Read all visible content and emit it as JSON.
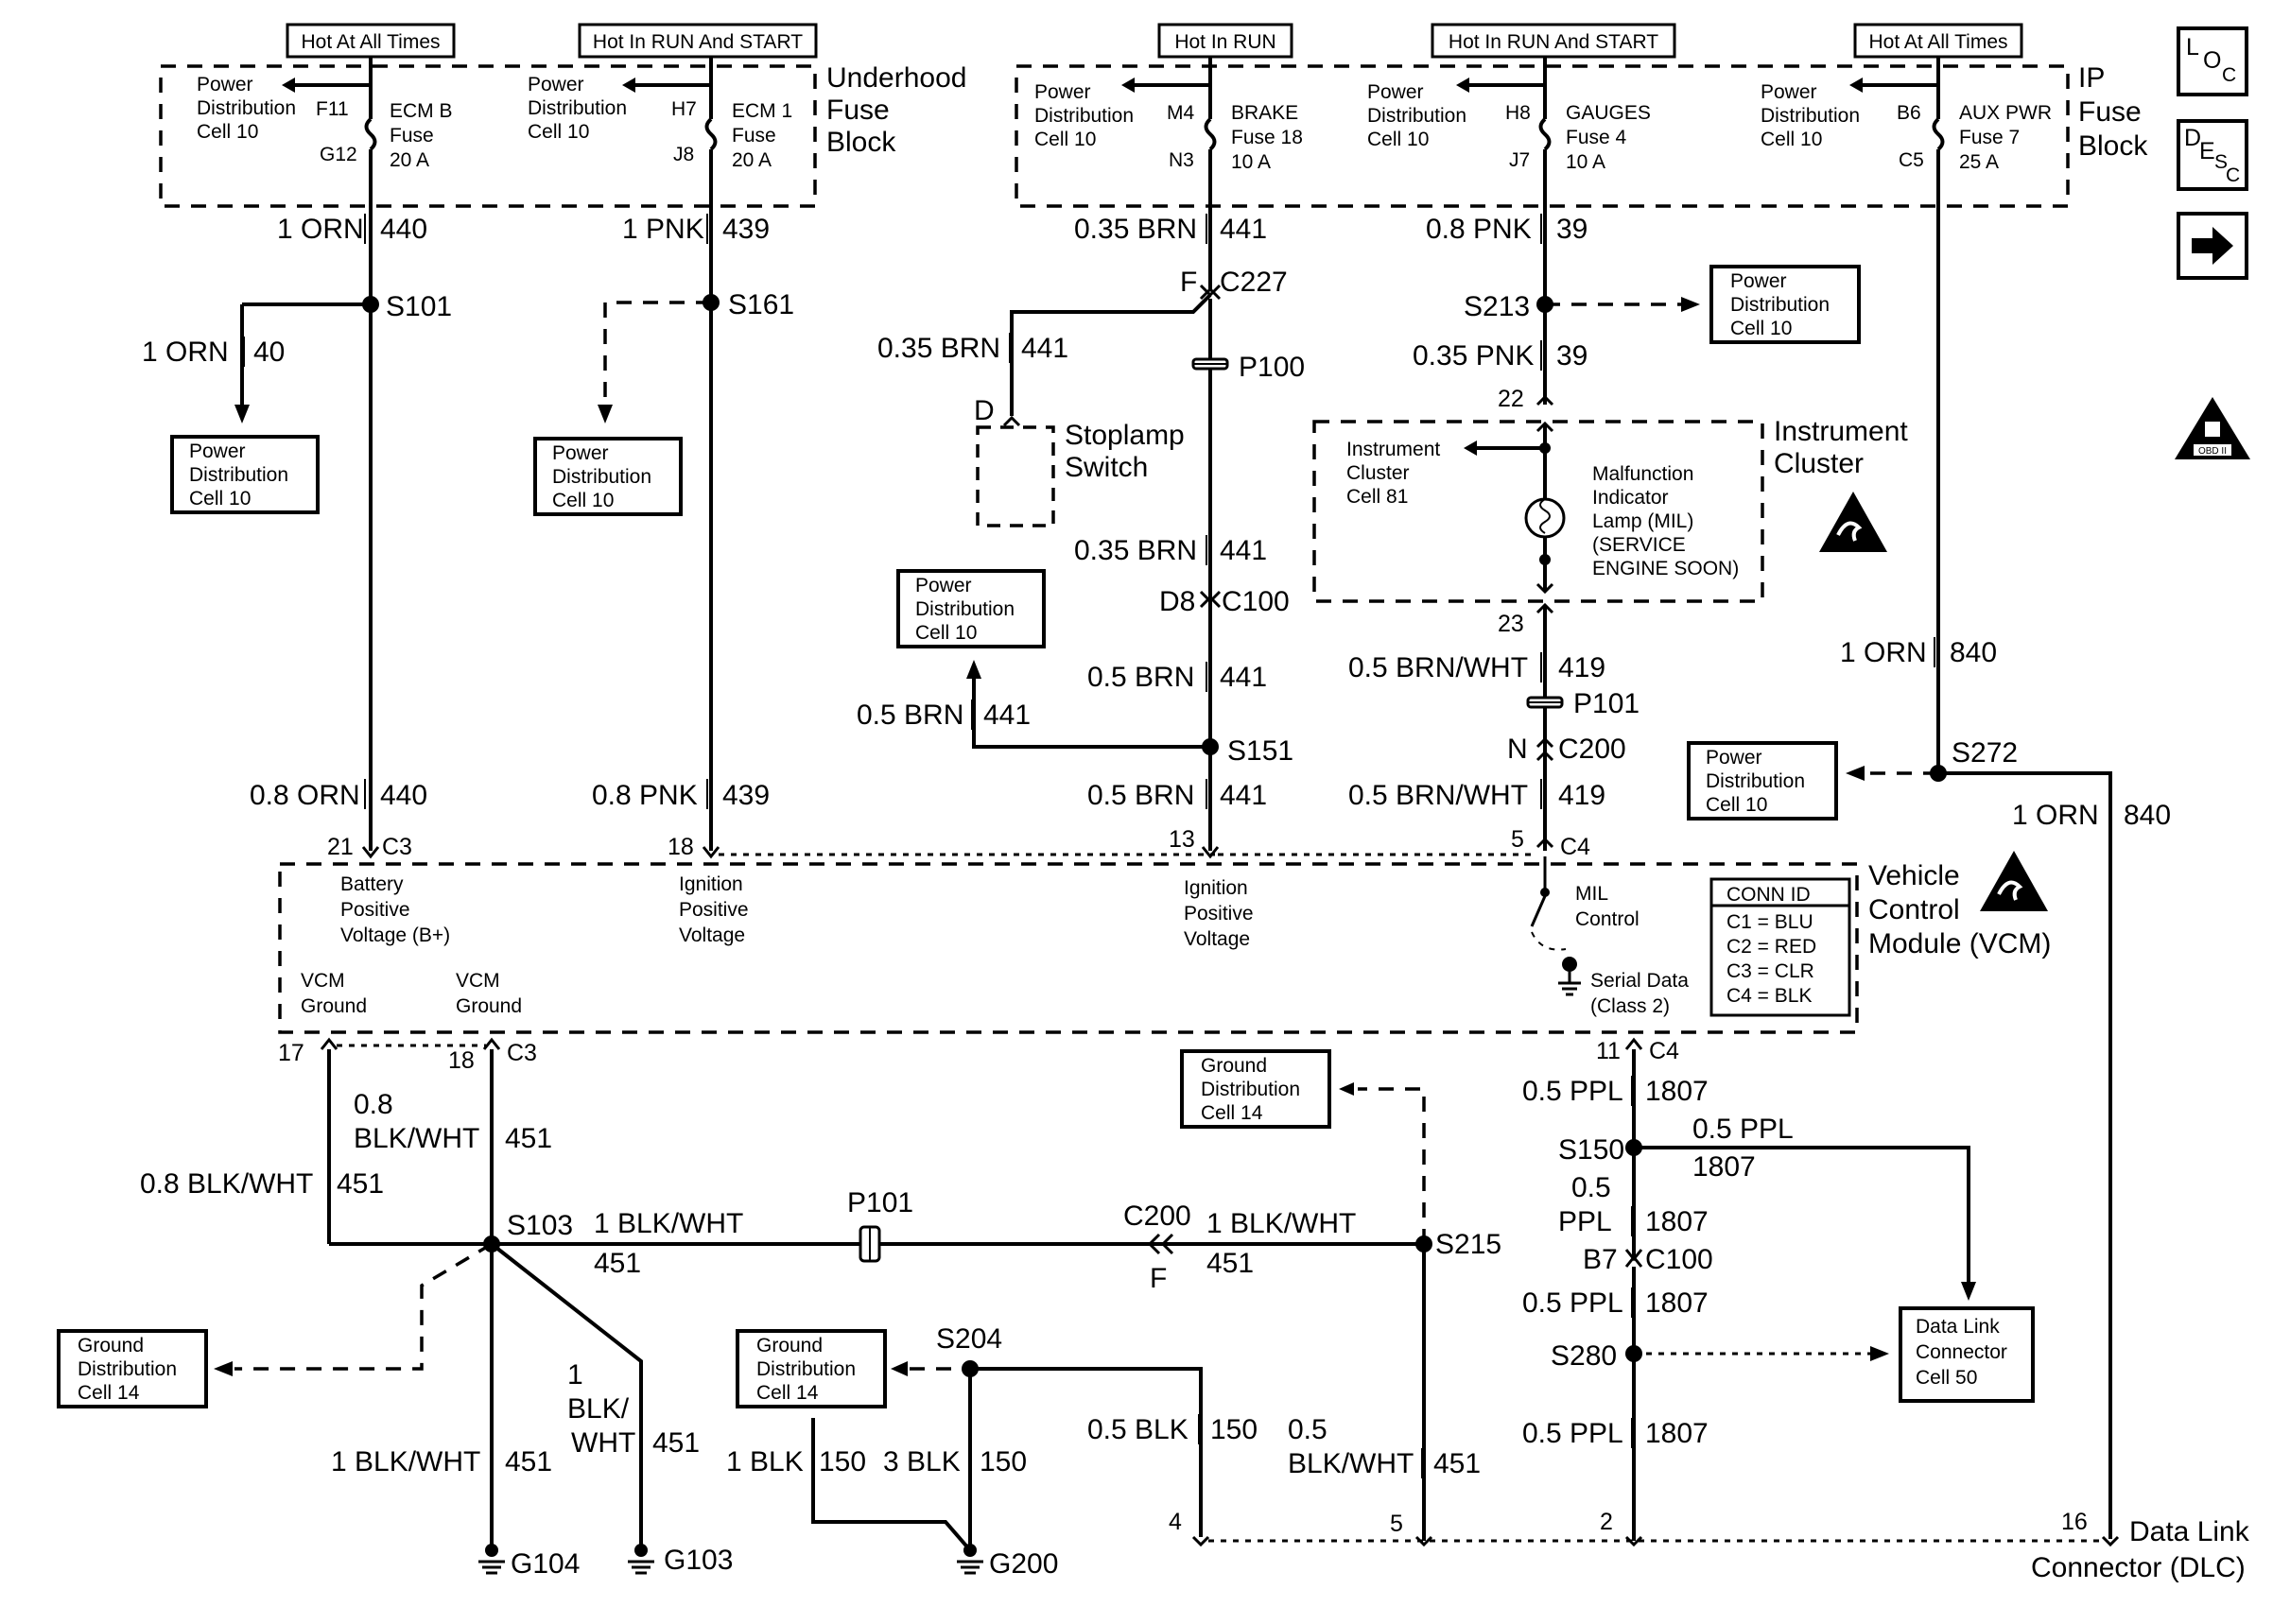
{
  "headers": {
    "h1": "Hot At All Times",
    "h2": "Hot In RUN And START",
    "h3": "Hot In RUN",
    "h4": "Hot In RUN And START",
    "h5": "Hot At All Times"
  },
  "blocks": {
    "underhood": [
      "Underhood",
      "Fuse",
      "Block"
    ],
    "ip": [
      "IP",
      "Fuse",
      "Block"
    ],
    "instrument": [
      "Instrument",
      "Cluster"
    ],
    "vcm": [
      "Vehicle",
      "Control",
      "Module (VCM)"
    ],
    "stoplamp": [
      "Stoplamp",
      "Switch"
    ],
    "dlc": [
      "Data Link",
      "Connector (DLC)"
    ]
  },
  "pdc10": [
    "Power",
    "Distribution",
    "Cell 10"
  ],
  "gdc14": [
    "Ground",
    "Distribution",
    "Cell 14"
  ],
  "dlc50": [
    "Data Link",
    "Connector",
    "Cell 50"
  ],
  "ic81": [
    "Instrument",
    "Cluster",
    "Cell 81"
  ],
  "fuses": {
    "ecmb": {
      "in": "F11",
      "out": "G12",
      "name": [
        "ECM B",
        "Fuse",
        "20 A"
      ]
    },
    "ecm1": {
      "in": "H7",
      "out": "J8",
      "name": [
        "ECM 1",
        "Fuse",
        "20 A"
      ]
    },
    "brake": {
      "in": "M4",
      "out": "N3",
      "name": [
        "BRAKE",
        "Fuse 18",
        "10 A"
      ]
    },
    "gauges": {
      "in": "H8",
      "out": "J7",
      "name": [
        "GAUGES",
        "Fuse 4",
        "10 A"
      ]
    },
    "auxpwr": {
      "in": "B6",
      "out": "C5",
      "name": [
        "AUX PWR",
        "Fuse 7",
        "25 A"
      ]
    }
  },
  "mil": [
    "Malfunction",
    "Indicator",
    "Lamp (MIL)",
    "(SERVICE",
    "ENGINE SOON)"
  ],
  "vcm_labels": {
    "bplus": [
      "Battery",
      "Positive",
      "Voltage (B+)"
    ],
    "ign1": [
      "Ignition",
      "Positive",
      "Voltage"
    ],
    "ign2": [
      "Ignition",
      "Positive",
      "Voltage"
    ],
    "gnd1": [
      "VCM",
      "Ground"
    ],
    "gnd2": [
      "VCM",
      "Ground"
    ],
    "milctl": [
      "MIL",
      "Control"
    ],
    "serial": [
      "Serial Data",
      "(Class 2)"
    ]
  },
  "conn_id": [
    "CONN ID",
    "C1 = BLU",
    "C2 = RED",
    "C3 = CLR",
    "C4 = BLK"
  ],
  "wires": {
    "w440a": [
      "1 ORN",
      "440"
    ],
    "w40": [
      "1 ORN",
      "40"
    ],
    "w440b": [
      "0.8 ORN",
      "440"
    ],
    "w439a": [
      "1 PNK",
      "439"
    ],
    "w439b": [
      "0.8 PNK",
      "439"
    ],
    "w441a": [
      "0.35 BRN",
      "441"
    ],
    "w441b": [
      "0.35 BRN",
      "441"
    ],
    "w441c": [
      "0.35 BRN",
      "441"
    ],
    "w441d": [
      "0.5 BRN",
      "441"
    ],
    "w441e": [
      "0.5 BRN",
      "441"
    ],
    "w441f": [
      "0.5 BRN",
      "441"
    ],
    "w39a": [
      "0.8 PNK",
      "39"
    ],
    "w39b": [
      "0.35 PNK",
      "39"
    ],
    "w419a": [
      "0.5 BRN/WHT",
      "419"
    ],
    "w419b": [
      "0.5 BRN/WHT",
      "419"
    ],
    "w840a": [
      "1 ORN",
      "840"
    ],
    "w840b": [
      "1 ORN",
      "840"
    ],
    "w451a": [
      "0.8",
      "BLK/WHT",
      "451"
    ],
    "w451b": [
      "0.8 BLK/WHT",
      "451"
    ],
    "w451c": [
      "1 BLK/WHT",
      "451"
    ],
    "w451d": [
      "1 BLK/WHT",
      "451"
    ],
    "w451e": [
      "1 BLK/WHT",
      "451"
    ],
    "w451f": [
      "1",
      "BLK/",
      "WHT",
      "451"
    ],
    "w451g": [
      "0.5",
      "BLK/WHT",
      "451"
    ],
    "w150a": [
      "1 BLK",
      "150"
    ],
    "w150b": [
      "3 BLK",
      "150"
    ],
    "w150c": [
      "0.5 BLK",
      "150"
    ],
    "w1807a": [
      "0.5 PPL",
      "1807"
    ],
    "w1807b": [
      "0.5 PPL",
      "1807"
    ],
    "w1807c": [
      "0.5",
      "PPL",
      "1807"
    ],
    "w1807d": [
      "0.5 PPL",
      "1807"
    ],
    "w1807e": [
      "0.5 PPL",
      "1807"
    ]
  },
  "splices": {
    "s101": "S101",
    "s161": "S161",
    "s213": "S213",
    "s151": "S151",
    "s272": "S272",
    "s103": "S103",
    "s215": "S215",
    "s204": "S204",
    "s150": "S150",
    "s280": "S280"
  },
  "connectors": {
    "c227": [
      "F",
      "C227"
    ],
    "p100": "P100",
    "p101a": "P101",
    "p101b": "P101",
    "c100a": [
      "D8",
      "C100"
    ],
    "c100b": [
      "B7",
      "C100"
    ],
    "c200a": [
      "N",
      "C200"
    ],
    "c200b": [
      "C200",
      "F"
    ],
    "stopD": "D",
    "ic22": "22",
    "ic23": "23",
    "c3a": [
      "21",
      "C3"
    ],
    "c3b": "18",
    "c3c": "13",
    "c4a": [
      "5",
      "C4"
    ],
    "c3d": "17",
    "c3e": [
      "18",
      "C3"
    ],
    "c4b": [
      "11",
      "C4"
    ],
    "dlc4": "4",
    "dlc5": "5",
    "dlc2": "2",
    "dlc16": "16"
  },
  "grounds": {
    "g104": "G104",
    "g103": "G103",
    "g200": "G200"
  },
  "side_icons": {
    "loc": [
      "L",
      "O",
      "C"
    ],
    "desc": [
      "D",
      "E",
      "S",
      "C"
    ],
    "arrow": "next-arrow-icon",
    "obd": "OBD II"
  }
}
